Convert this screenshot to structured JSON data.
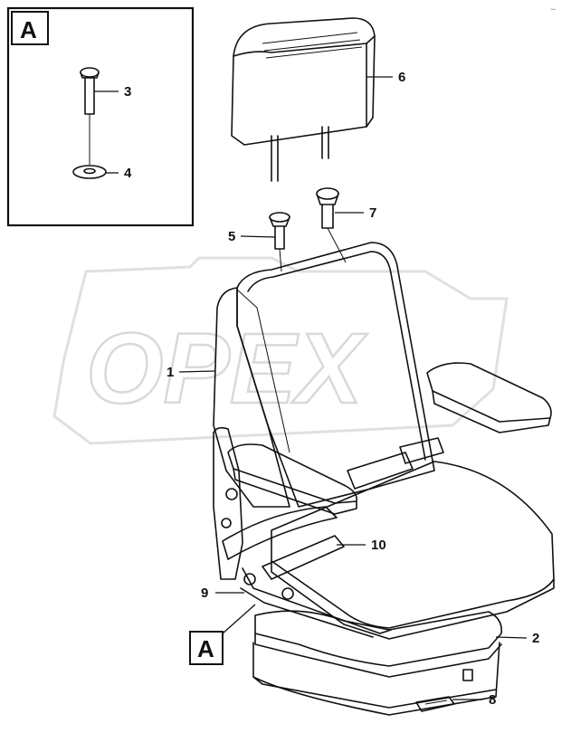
{
  "detail": {
    "label": "A"
  },
  "view_marker": {
    "label": "A"
  },
  "watermark": {
    "text": "OPEX"
  },
  "corner_mark": {
    "text": "~"
  },
  "callouts": {
    "c1": "1",
    "c2": "2",
    "c3": "3",
    "c4": "4",
    "c5": "5",
    "c6": "6",
    "c7": "7",
    "c8": "8",
    "c9": "9",
    "c10": "10"
  }
}
